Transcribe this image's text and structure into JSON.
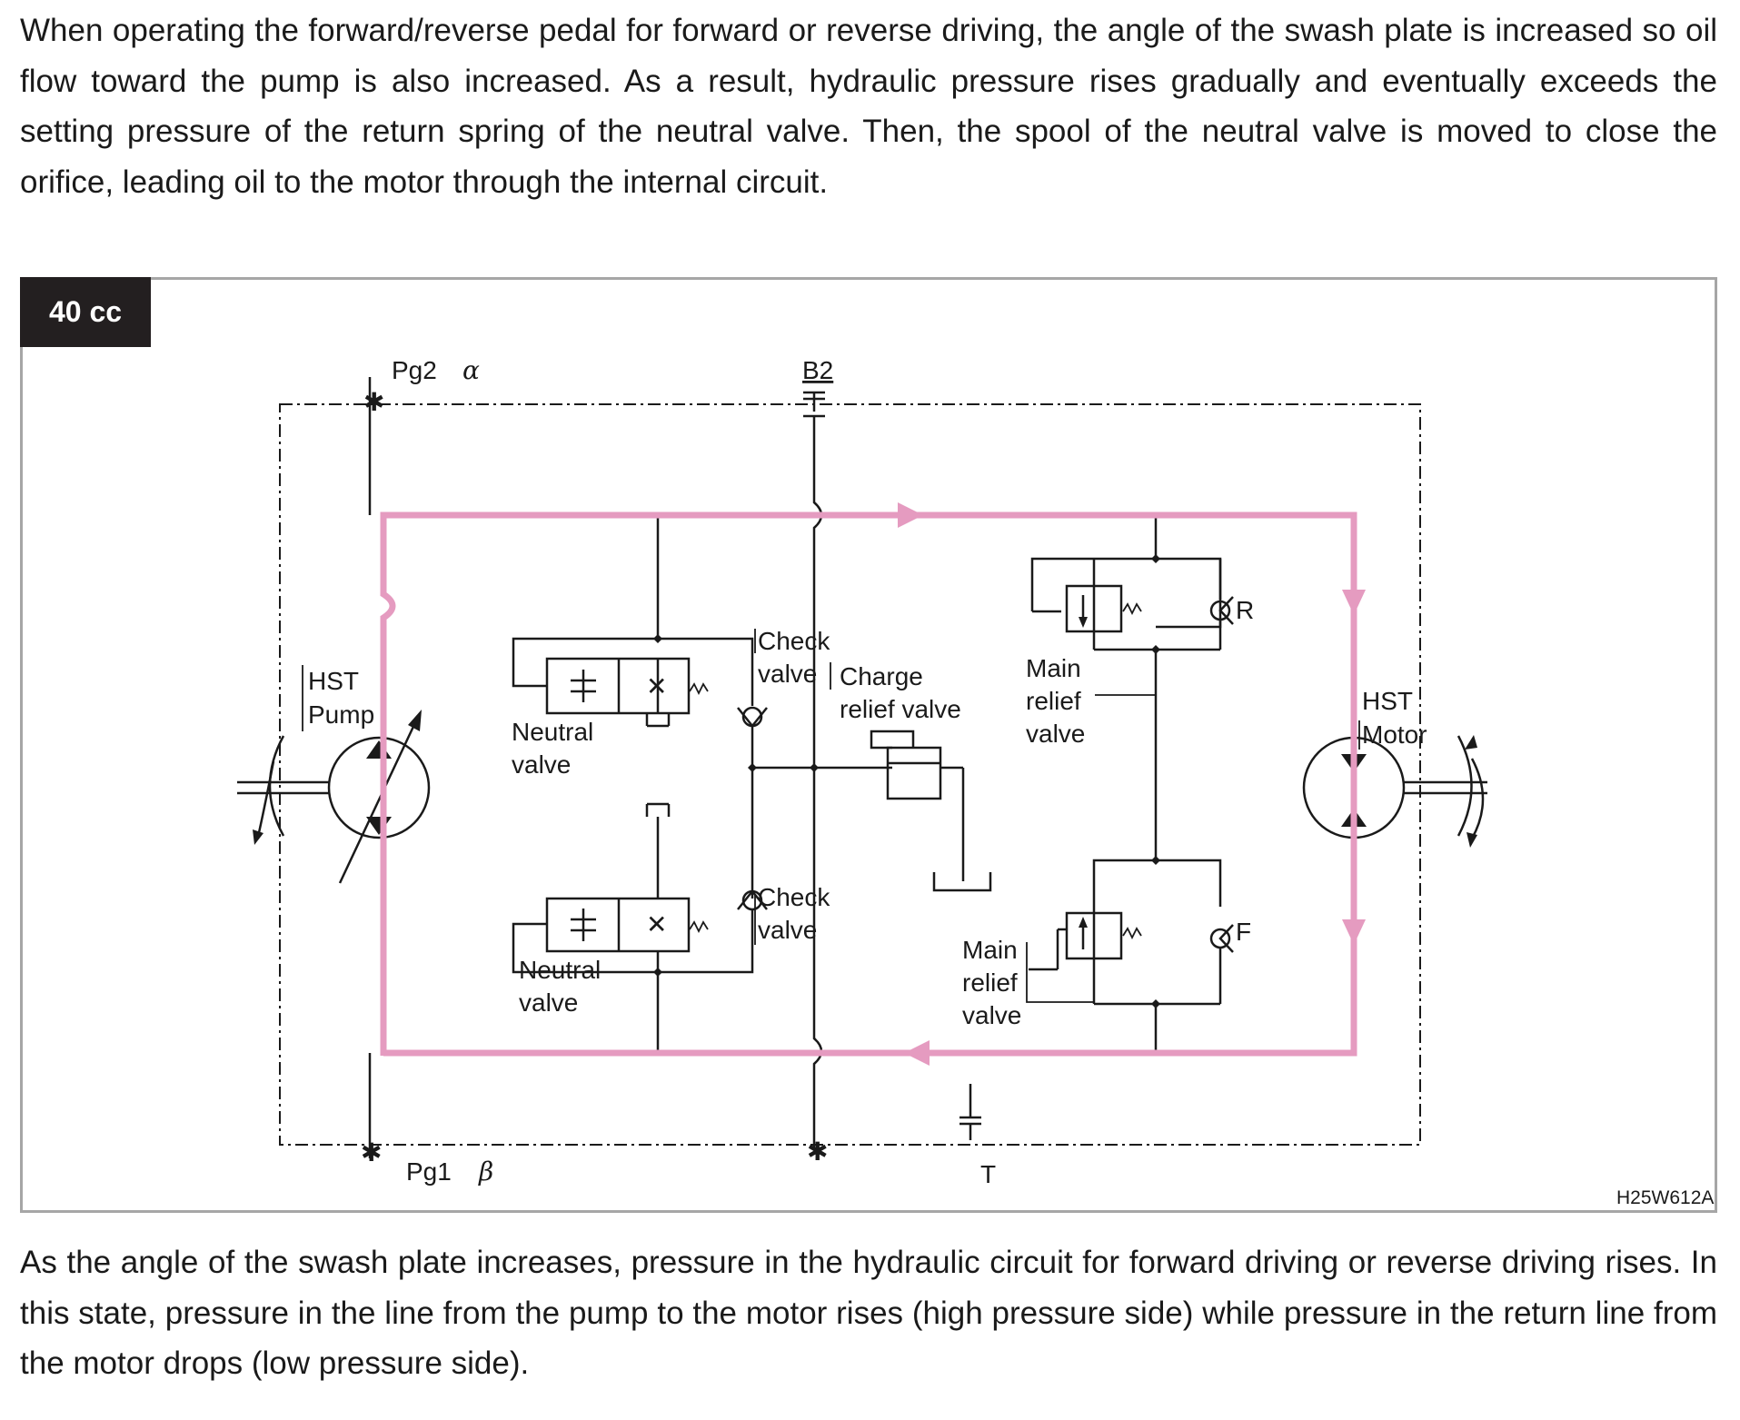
{
  "intro_text": "When operating the forward/reverse pedal for forward or reverse driving, the angle of the swash plate is increased so oil flow toward the pump is also increased. As a result, hydraulic pressure rises gradually and eventually exceeds the setting pressure of the return spring of the neutral valve. Then, the spool of the neutral valve is moved to close the orifice, leading oil to the motor through the internal circuit.",
  "figure": {
    "tag": "40 cc",
    "code": "H25W612A",
    "labels": {
      "pg2": "Pg2",
      "alpha": "α",
      "pg1": "Pg1",
      "beta": "β",
      "b2": "B2",
      "t": "T",
      "r": "R",
      "f": "F",
      "hst_pump": [
        "HST",
        "Pump"
      ],
      "hst_motor": [
        "HST",
        "Motor"
      ],
      "neutral_valve_upper": [
        "Neutral",
        "valve"
      ],
      "neutral_valve_lower": [
        "Neutral",
        "valve"
      ],
      "check_valve_upper": [
        "Check",
        "valve"
      ],
      "check_valve_lower": [
        "Check",
        "valve"
      ],
      "charge_relief_valve": [
        "Charge",
        "relief valve"
      ],
      "main_relief_valve_upper": [
        "Main",
        "relief",
        "valve"
      ],
      "main_relief_valve_lower": [
        "Main",
        "relief",
        "valve"
      ]
    },
    "colors": {
      "flow_line": "#e59bc0",
      "tag_background": "#231f20"
    }
  },
  "outro_text": "As the angle of the swash plate increases, pressure in the hydraulic circuit for forward driving or reverse driving rises. In this state, pressure in the line from the pump to the motor rises (high pressure side) while pressure in the return line from the motor drops (low pressure side)."
}
